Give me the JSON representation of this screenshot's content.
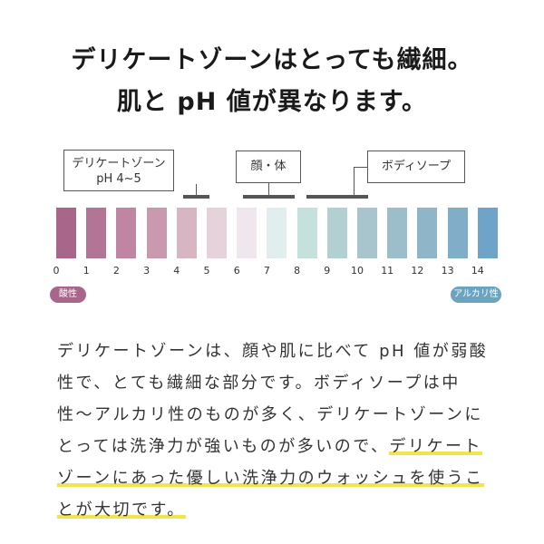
{
  "headline": {
    "line1": "デリケートゾーンはとっても繊細。",
    "line2": "肌と pH 値が異なります。"
  },
  "callouts": {
    "delicate_zone": {
      "label": "デリケートゾーン",
      "ph": "pH 4~5"
    },
    "face_body": {
      "label": "顔・体"
    },
    "body_soap": {
      "label": "ボディソープ"
    }
  },
  "ph_scale": {
    "ticks": [
      "0",
      "1",
      "2",
      "3",
      "4",
      "5",
      "6",
      "7",
      "8",
      "9",
      "10",
      "11",
      "12",
      "13",
      "14"
    ],
    "colors": [
      "#a8668a",
      "#b37596",
      "#bf85a3",
      "#c99aaf",
      "#d7b5c3",
      "#e5d2db",
      "#efe6ee",
      "#e2eeee",
      "#c6e0de",
      "#b2d0d2",
      "#a8c4cc",
      "#9cbecb",
      "#8fb6c8",
      "#80aec8",
      "#6fa4c8"
    ],
    "acid_label": "酸性",
    "alkaline_label": "アルカリ性",
    "accent_color": "#f0e54a"
  },
  "body": {
    "plain": "デリケートゾーンは、顔や肌に比べて pH 値が弱酸性で、とても繊細な部分です。ボディソープは中性〜アルカリ性のものが多く、デリケートゾーンにとっては洗浄力が強いものが多いので、",
    "highlight": "デリケートゾーンにあった優しい洗浄力のウォッシュを使うことが大切です。"
  }
}
